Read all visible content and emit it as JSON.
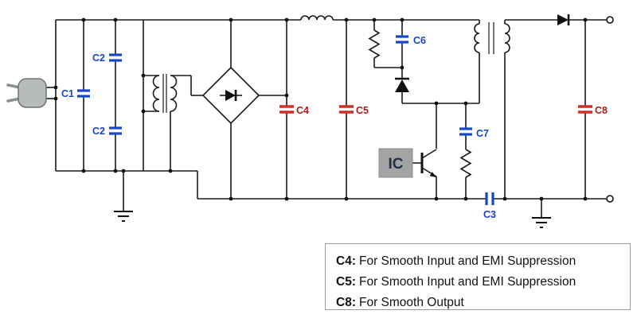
{
  "labels": {
    "c1": "C1",
    "c2_top": "C2",
    "c2_bottom": "C2",
    "c3": "C3",
    "c4": "C4",
    "c5": "C5",
    "c6": "C6",
    "c7": "C7",
    "c8": "C8",
    "ic": "IC"
  },
  "colors": {
    "label_blue": "#1646c8",
    "label_red": "#ae1a16",
    "plate_blue": "#1646c8",
    "plate_red": "#cf2e24",
    "wire": "#1a1a1a",
    "ic_box": "#a3a3a3"
  },
  "legend": {
    "items": [
      {
        "label": "C4:",
        "text": "For Smooth Input and EMI Suppression"
      },
      {
        "label": "C5:",
        "text": "For Smooth Input and EMI Suppression"
      },
      {
        "label": "C8:",
        "text": "For Smooth Output"
      }
    ]
  }
}
